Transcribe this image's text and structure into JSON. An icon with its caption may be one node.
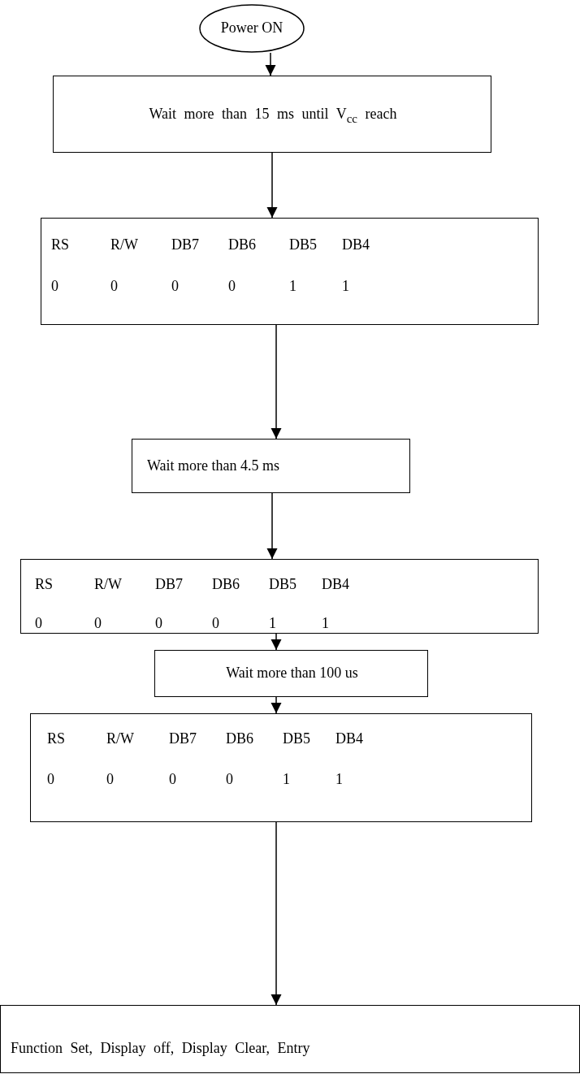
{
  "diagram": {
    "nodes": [
      {
        "text": [
          "Power ON"
        ]
      },
      {
        "text": [
          "Wait more than 15 ms until V$_{cc}$ reach"
        ]
      },
      {
        "text": [
          "RS",
          "R/W",
          "DB7",
          "DB6",
          "DB5",
          "DB4",
          "0",
          "0",
          "0",
          "0",
          "1",
          "1"
        ]
      },
      {
        "text": [
          "Wait more than 4.5 ms"
        ]
      },
      {
        "text": [
          "RS",
          "R/W",
          "DB7",
          "DB6",
          "DB5",
          "DB4",
          "0",
          "0",
          "0",
          "0",
          "1",
          "1"
        ]
      },
      {
        "text": [
          "Wait more than 100 us"
        ]
      },
      {
        "text": [
          "RS",
          "R/W",
          "DB7",
          "DB6",
          "DB5",
          "DB4",
          "0",
          "0",
          "0",
          "0",
          "1",
          "1"
        ]
      },
      {
        "text": [
          "Function Set, Display off, Display Clear, Entry"
        ]
      }
    ],
    "edges": [
      {
        "from": 0,
        "to": 1,
        "arrow": "to"
      },
      {
        "from": 1,
        "to": 2,
        "arrow": "to"
      },
      {
        "from": 2,
        "to": 3,
        "arrow": "to"
      },
      {
        "from": 3,
        "to": 4,
        "arrow": "to"
      },
      {
        "from": 4,
        "to": 5,
        "arrow": "to"
      },
      {
        "from": 5,
        "to": 6,
        "arrow": "to"
      },
      {
        "from": 6,
        "to": 7,
        "arrow": "to"
      }
    ]
  }
}
